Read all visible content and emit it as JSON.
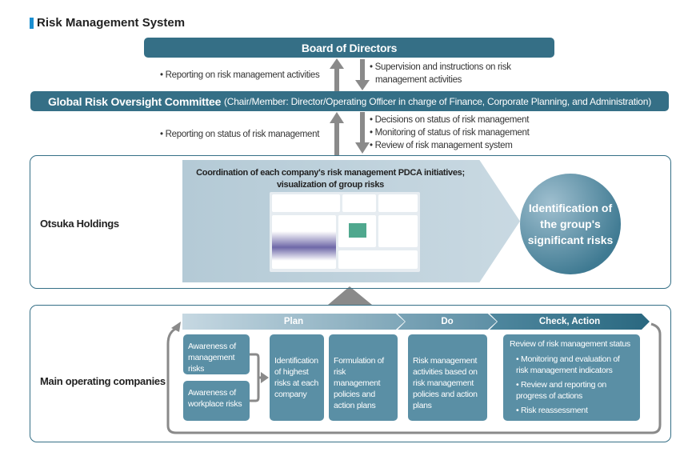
{
  "title": "Risk Management System",
  "board": "Board of Directors",
  "board_up": "• Reporting on risk management activities",
  "board_down": [
    "• Supervision and instructions on risk",
    "management activities"
  ],
  "committee": {
    "name": "Global Risk Oversight Committee",
    "detail": "(Chair/Member: Director/Operating Officer in charge of Finance, Corporate Planning, and Administration)"
  },
  "committee_up": "• Reporting on status of risk management",
  "committee_down": [
    "• Decisions on status of risk management",
    "• Monitoring of status of risk management",
    "• Review of risk management system"
  ],
  "holdings": {
    "label": "Otsuka Holdings",
    "arrow_text": [
      "Coordination of each company's risk management PDCA initiatives;",
      "visualization of group risks"
    ],
    "circle": [
      "Identification of",
      "the group's",
      "significant risks"
    ]
  },
  "companies": {
    "label": "Main operating companies",
    "phases": [
      "Plan",
      "Do",
      "Check, Action"
    ],
    "boxes": {
      "awareness_mgmt": "Awareness of management risks",
      "awareness_work": "Awareness of workplace risks",
      "identification": "Identification of highest risks at each company",
      "formulation": "Formulation of risk management policies and action plans",
      "activities": "Risk management activities based on risk management policies and action plans",
      "review": {
        "title": "Review of risk management status",
        "items": [
          "• Monitoring and evaluation of risk management indicators",
          "• Review and reporting on progress of actions",
          "• Risk reassessment"
        ]
      }
    }
  },
  "colors": {
    "dark": "#356f86",
    "box": "#5a8fa5",
    "accent": "#1a8fd1",
    "arrow": "#8a8a8a"
  }
}
